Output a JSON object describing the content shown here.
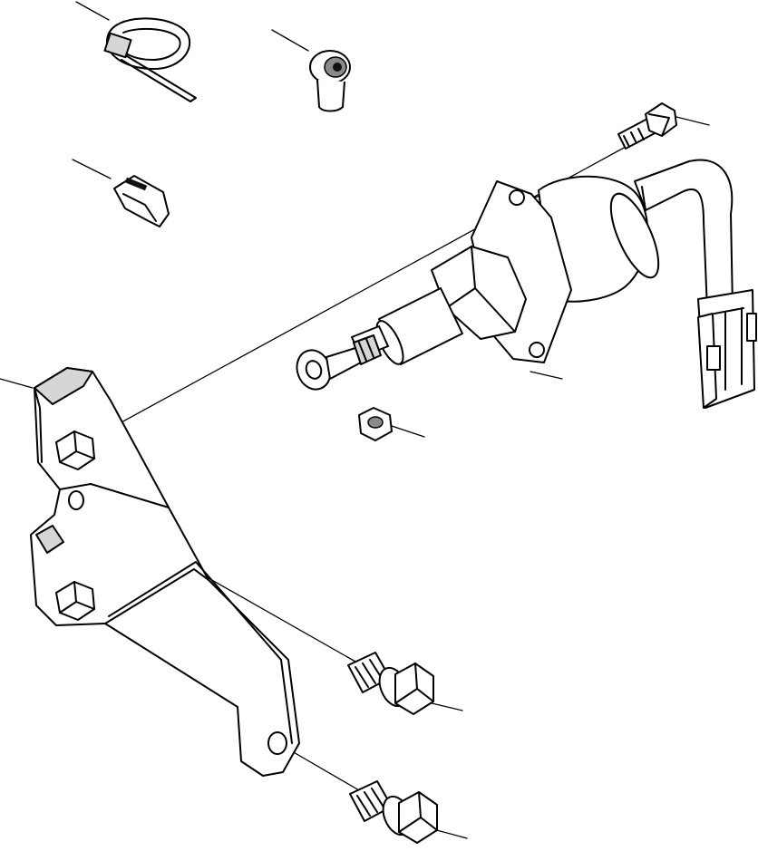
{
  "diagram": {
    "parts": [
      {
        "name": "cable-tie"
      },
      {
        "name": "rubber-boot"
      },
      {
        "name": "connector-clip"
      },
      {
        "name": "mounting-bolt"
      },
      {
        "name": "stop-solenoid"
      },
      {
        "name": "wiring-harness-connector"
      },
      {
        "name": "rod-end-joint"
      },
      {
        "name": "lock-nut"
      },
      {
        "name": "solenoid-bracket"
      },
      {
        "name": "flange-bolt-upper"
      },
      {
        "name": "flange-bolt-lower"
      }
    ],
    "colors": {
      "line": "#000000",
      "background": "#ffffff",
      "shade_light": "#d6d6d6",
      "shade_dark": "#8a8a8a"
    }
  }
}
